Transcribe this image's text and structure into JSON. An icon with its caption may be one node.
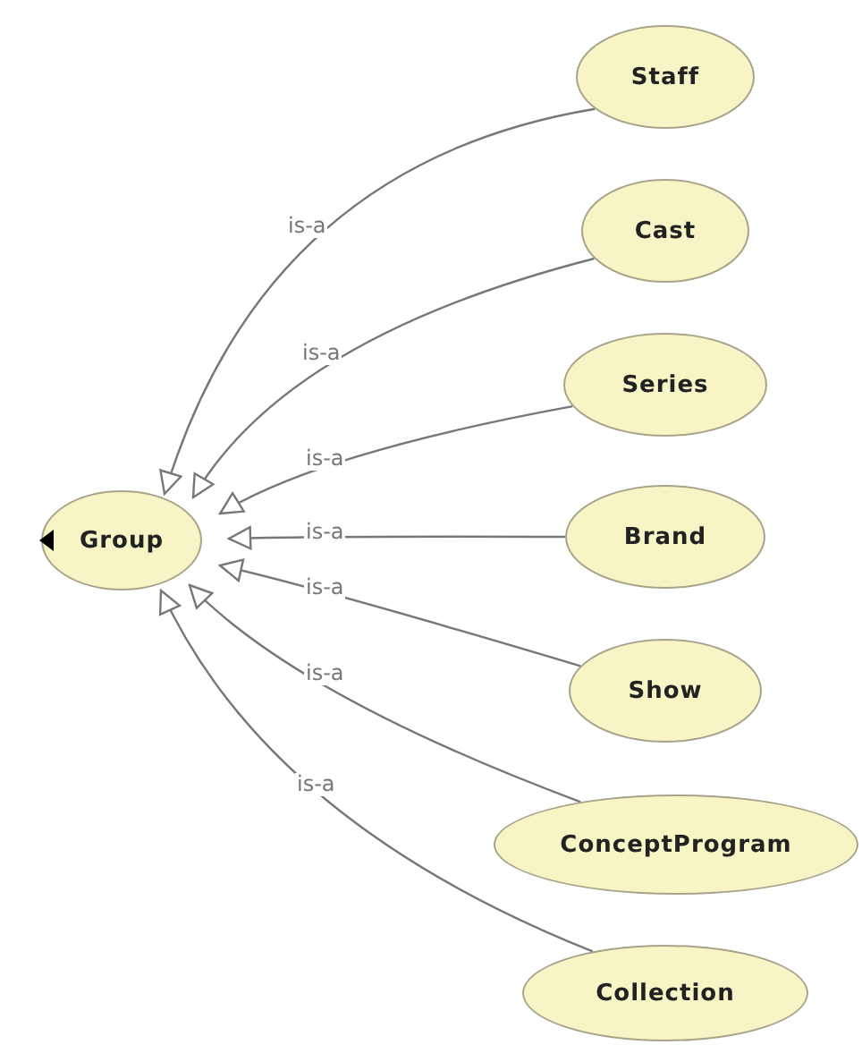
{
  "diagram": {
    "nodes": [
      {
        "text": [
          "Group"
        ]
      },
      {
        "text": [
          "Staff"
        ]
      },
      {
        "text": [
          "Cast"
        ]
      },
      {
        "text": [
          "Series"
        ]
      },
      {
        "text": [
          "Brand"
        ]
      },
      {
        "text": [
          "Show"
        ]
      },
      {
        "text": [
          "ConceptProgram"
        ]
      },
      {
        "text": [
          "Collection"
        ]
      }
    ],
    "edges": [
      {
        "from": 1,
        "to": 0,
        "arrow": "to",
        "label": "is-a"
      },
      {
        "from": 2,
        "to": 0,
        "arrow": "to",
        "label": "is-a"
      },
      {
        "from": 3,
        "to": 0,
        "arrow": "to",
        "label": "is-a"
      },
      {
        "from": 4,
        "to": 0,
        "arrow": "to",
        "label": "is-a"
      },
      {
        "from": 5,
        "to": 0,
        "arrow": "to",
        "label": "is-a"
      },
      {
        "from": 6,
        "to": 0,
        "arrow": "to",
        "label": "is-a"
      },
      {
        "from": 7,
        "to": 0,
        "arrow": "to",
        "label": "is-a"
      }
    ]
  }
}
